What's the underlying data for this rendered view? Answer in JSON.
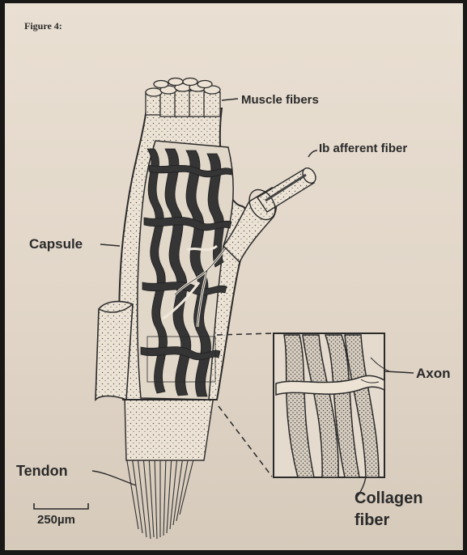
{
  "figure": {
    "caption": "Figure 4:",
    "labels": {
      "muscle_fibers": "Muscle fibers",
      "afferent_fiber": "Ib afferent fiber",
      "capsule": "Capsule",
      "axon": "Axon",
      "tendon": "Tendon",
      "collagen_line1": "Collagen",
      "collagen_line2": "fiber"
    },
    "scale_bar": "250µm"
  },
  "colors": {
    "paper": "#e5dbce",
    "ink": "#2a2a2a",
    "dark_fiber": "#3a3a3a"
  }
}
